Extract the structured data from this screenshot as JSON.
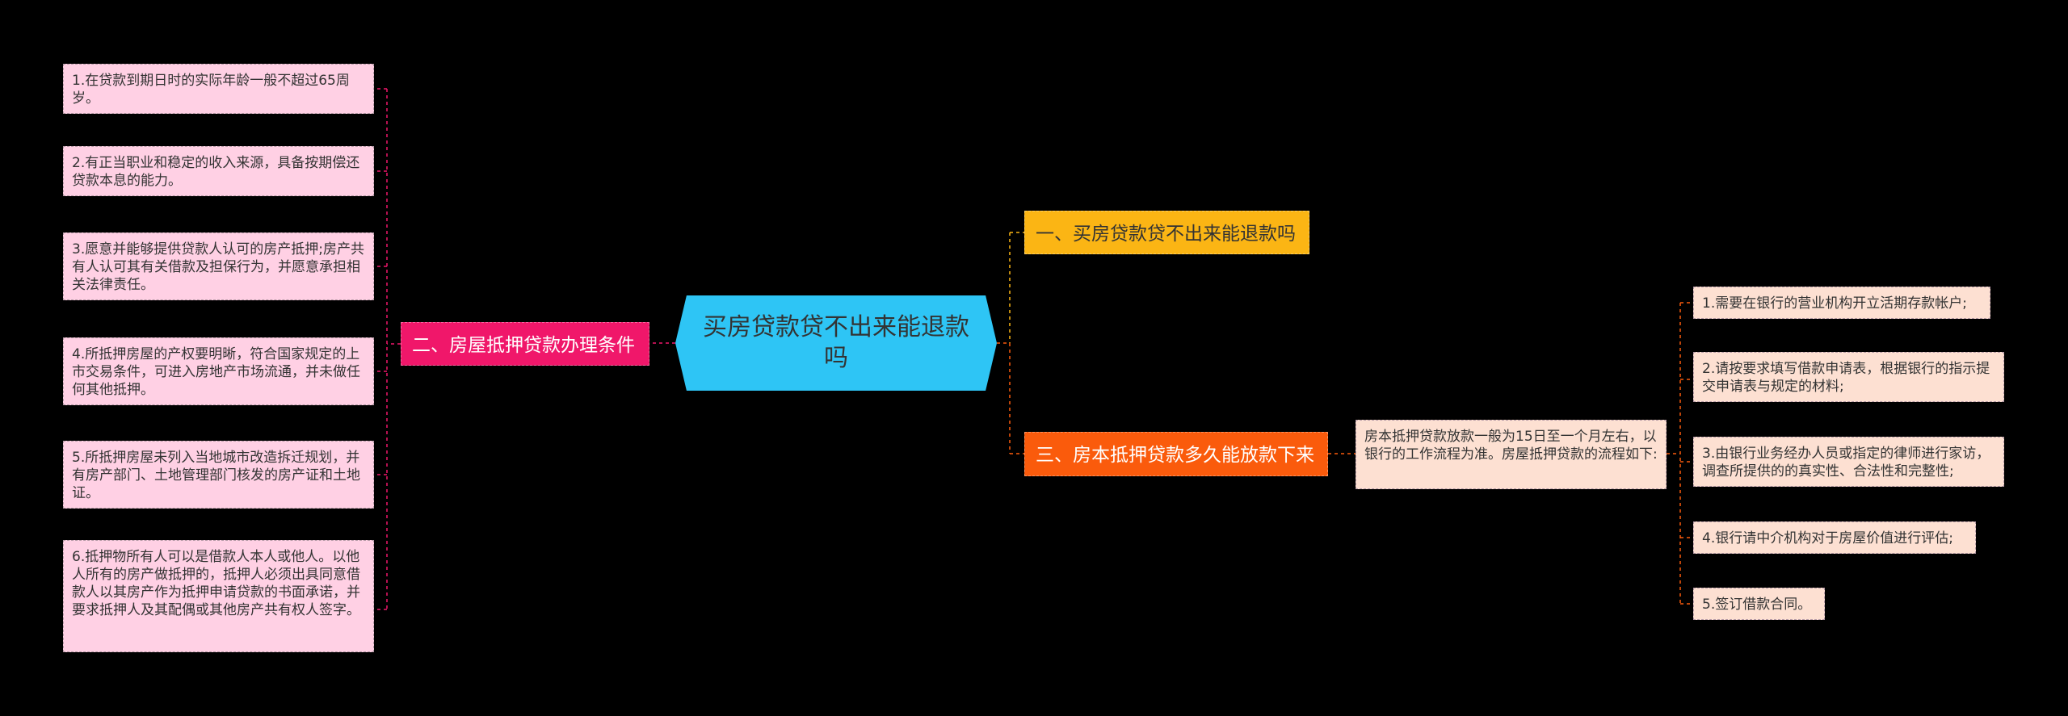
{
  "root": {
    "label": "买房贷款贷不出来能退款吗"
  },
  "left_branch": {
    "label": "二、房屋抵押贷款办理条件",
    "items": [
      "1.在贷款到期日时的实际年龄一般不超过65周岁。",
      "2.有正当职业和稳定的收入来源，具备按期偿还贷款本息的能力。",
      "3.愿意并能够提供贷款人认可的房产抵押;房产共有人认可其有关借款及担保行为，并愿意承担相关法律责任。",
      "4.所抵押房屋的产权要明晰，符合国家规定的上市交易条件，可进入房地产市场流通，并未做任何其他抵押。",
      "5.所抵押房屋未列入当地城市改造拆迁规划，并有房产部门、土地管理部门核发的房产证和土地证。",
      "6.抵押物所有人可以是借款人本人或他人。以他人所有的房产做抵押的，抵押人必须出具同意借款人以其房产作为抵押申请贷款的书面承诺，并要求抵押人及其配偶或其他房产共有权人签字。"
    ]
  },
  "right_top_branch": {
    "label": "一、买房贷款贷不出来能退款吗"
  },
  "right_bottom_branch": {
    "label": "三、房本抵押贷款多久能放款下来",
    "summary": "房本抵押贷款放款一般为15日至一个月左右，以银行的工作流程为准。房屋抵押贷款的流程如下:",
    "items": [
      "1.需要在银行的营业机构开立活期存款帐户;",
      "2.请按要求填写借款申请表，根据银行的指示提交申请表与规定的材料;",
      "3.由银行业务经办人员或指定的律师进行家访，调查所提供的的真实性、合法性和完整性;",
      "4.银行请中介机构对于房屋价值进行评估;",
      "5.签订借款合同。"
    ]
  },
  "colors": {
    "root": "#2ec5f5",
    "left_branch": "#f0176a",
    "right_top_branch": "#fbb514",
    "right_bottom_branch": "#fa5b0c",
    "left_leaves": "#ffd0e4",
    "right_leaves": "#fde0d2"
  }
}
